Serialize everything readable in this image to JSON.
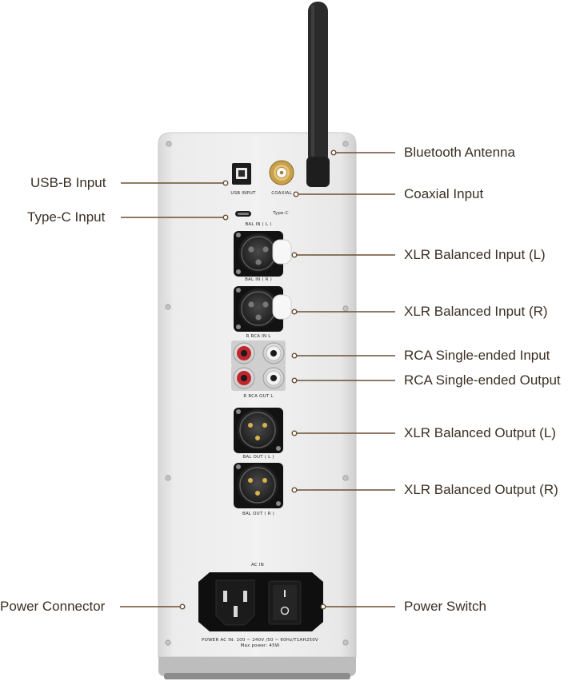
{
  "callouts": {
    "bluetooth_antenna": "Bluetooth Antenna",
    "usb_b_input": "USB-B Input",
    "coaxial_input": "Coaxial Input",
    "type_c_input": "Type-C Input",
    "xlr_balanced_input_l": "XLR Balanced Input (L)",
    "xlr_balanced_input_r": "XLR Balanced Input (R)",
    "rca_single_ended_input": "RCA Single-ended Input",
    "rca_single_ended_output": "RCA Single-ended Output",
    "xlr_balanced_output_l": "XLR Balanced Output (L)",
    "xlr_balanced_output_r": "XLR Balanced Output (R)",
    "power_connector": "Power Connector",
    "power_switch": "Power Switch"
  },
  "panel_labels": {
    "usb_input": "USB INPUT",
    "coaxial": "COAXIAL",
    "type_c": "Type-C",
    "bal_in_l": "BAL IN ( L )",
    "bal_in_r": "BAL IN ( R )",
    "rca_in": "R    RCA IN    L",
    "rca_out": "R    RCA OUT    L",
    "bal_out_l": "BAL OUT ( L )",
    "bal_out_r": "BAL OUT ( R )",
    "ac_in": "AC IN",
    "power_spec_line1": "POWER AC IN: 100 ~ 240V /50 ~ 60Hz/T1AH250V",
    "power_spec_line2": "Max power: 45W"
  },
  "colors": {
    "label_text": "#3a2f24",
    "leader_line": "#6b4f33",
    "panel": "#e9e9e9",
    "antenna": "#2b2b2b",
    "rca_red": "#c0262e",
    "coax_gold": "#c9a04a"
  }
}
